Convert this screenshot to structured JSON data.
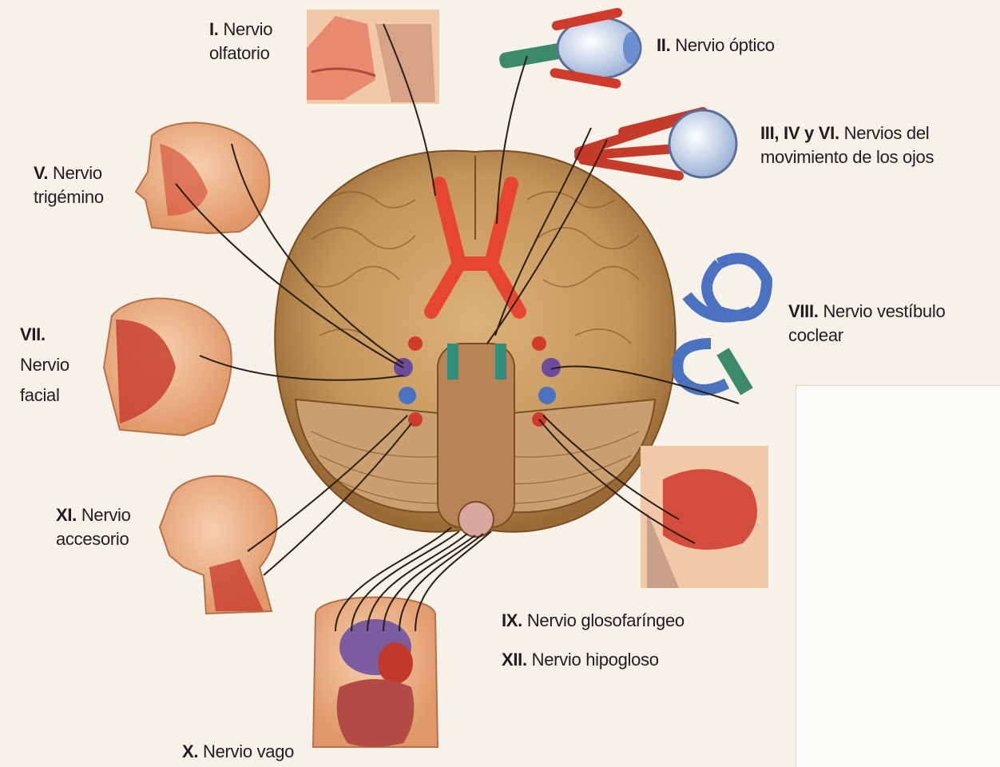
{
  "labels": {
    "n1": {
      "num": "I.",
      "line1": "Nervio",
      "line2": "olfatorio"
    },
    "n2": {
      "num": "II.",
      "line1": "Nervio óptico"
    },
    "n3": {
      "num": "III, IV y VI.",
      "line1": "Nervios del",
      "line2": "movimiento de los ojos"
    },
    "n5": {
      "num": "V.",
      "line1": "Nervio",
      "line2": "trigémino"
    },
    "n7": {
      "num": "VII.",
      "line1": "Nervio",
      "line2": "facial"
    },
    "n8": {
      "num": "VIII.",
      "line1": "Nervio vestíbulo",
      "line2": "coclear"
    },
    "n11": {
      "num": "XI.",
      "line1": "Nervio",
      "line2": "accesorio"
    },
    "n9": {
      "num": "IX.",
      "line1": "Nervio glosofaríngeo"
    },
    "n12": {
      "num": "XII.",
      "line1": "Nervio hipogloso"
    },
    "n10": {
      "num": "X.",
      "line1": "Nervio vago"
    }
  },
  "colors": {
    "brain": "#c99a5e",
    "brain_dark": "#9c6d3a",
    "skin": "#eeb58e",
    "muscle": "#cf3a2a",
    "optic": "#e6452f",
    "ear": "#4a72c0",
    "nerve_line": "#2a1f16",
    "nucleus_purple": "#6a4c9c",
    "nucleus_teal": "#2f8f7a"
  },
  "icons": {
    "olfactory": "nose-section-icon",
    "optic": "eye-icon",
    "eye_muscles": "eye-muscles-icon",
    "trigeminal": "head-profile-icon",
    "facial": "face-muscles-icon",
    "vestibulocochlear": "inner-ear-icon",
    "accessory": "neck-head-icon",
    "glossopharyngeal": "mouth-section-icon",
    "vagus": "torso-organs-icon"
  }
}
